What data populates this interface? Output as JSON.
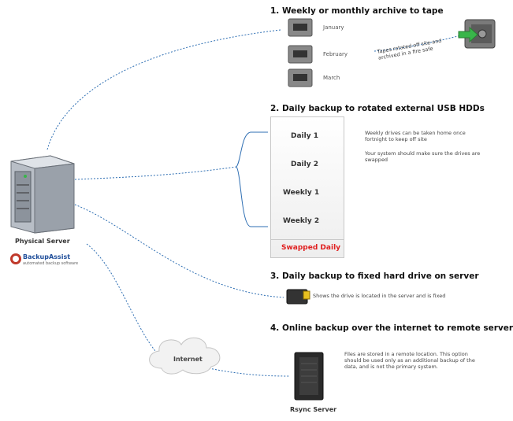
{
  "sections": [
    {
      "heading": "1. Weekly or monthly archive to tape"
    },
    {
      "heading": "2. Daily backup to rotated external USB HDDs"
    },
    {
      "heading": "3. Daily backup to fixed hard drive on server"
    },
    {
      "heading": "4. Online backup over the internet to remote server"
    }
  ],
  "tapes": [
    "January",
    "February",
    "March"
  ],
  "tape_note": "Tapes rotated off site and archived in a fire safe",
  "usb_drives": [
    "Daily 1",
    "Daily 2",
    "Weekly 1",
    "Weekly 2"
  ],
  "swapped_label": "Swapped Daily",
  "usb_notes": [
    "Weekly drives can be taken home once fortnight to keep off site",
    "Your system should make sure the drives are swapped"
  ],
  "fixed_note": "Shows the drive is located in the server and is fixed",
  "online_note": "Files are stored in a remote location. This option should be used only as an additional backup of the data, and is not the primary system.",
  "physical_server_label": "Physical Server",
  "logo_text": "BackupAssist",
  "logo_tagline": "automated backup software",
  "internet_label": "Internet",
  "remote_server_label": "Rsync Server",
  "colors": {
    "link": "#2f6fb3",
    "swapped": "#e02020"
  }
}
